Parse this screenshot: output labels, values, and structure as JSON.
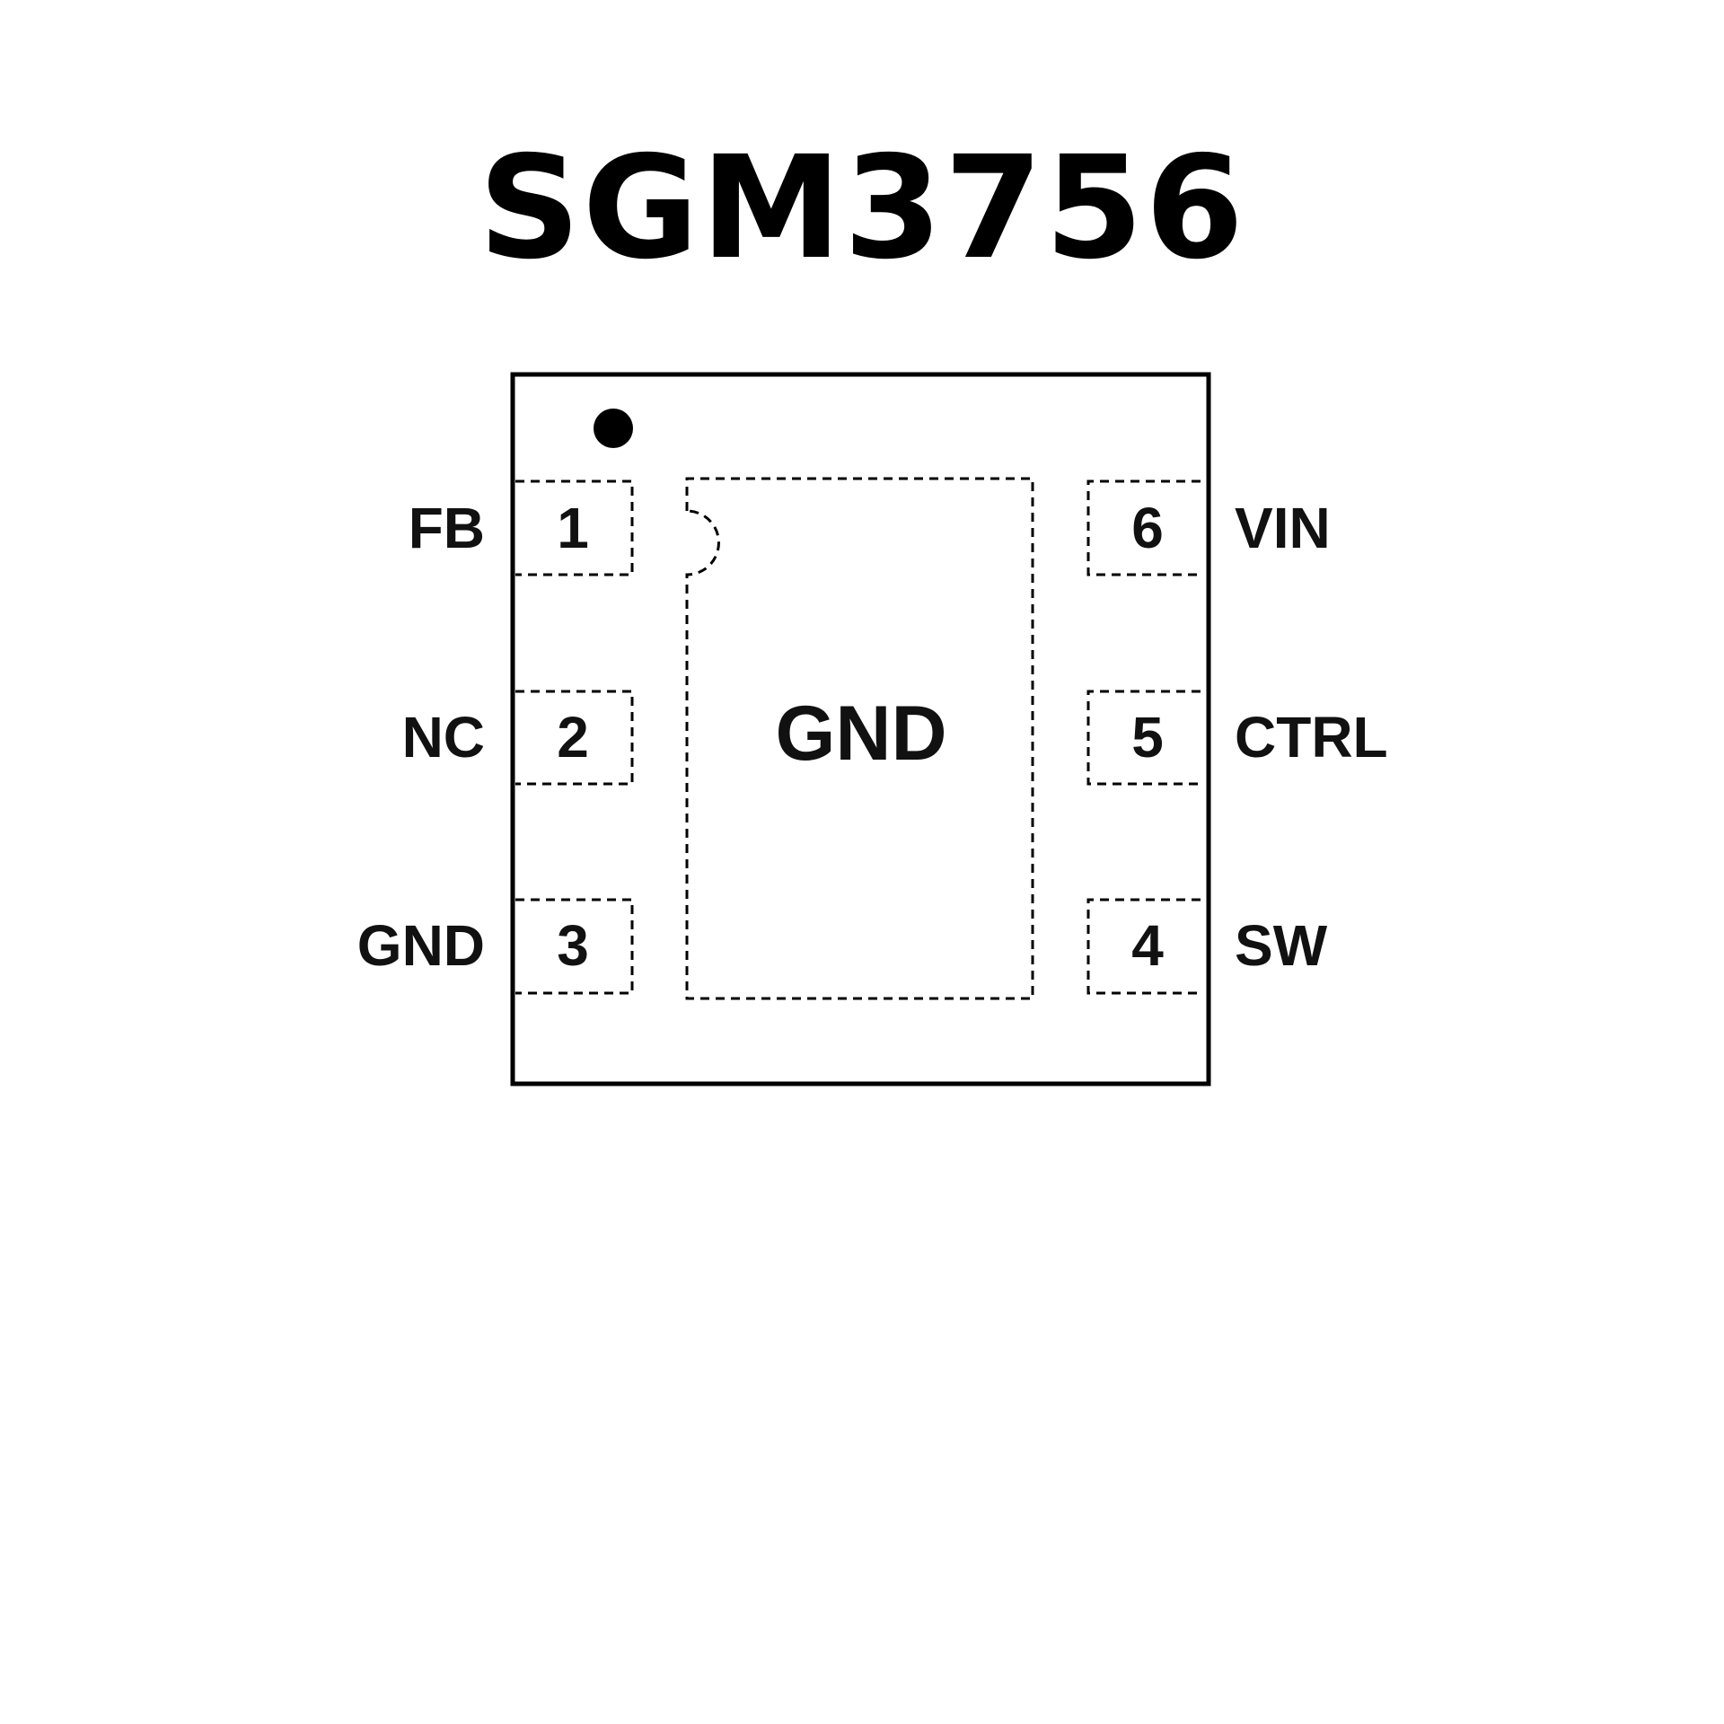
{
  "title": "SGM3756",
  "center_pad": {
    "label": "GND"
  },
  "pins": [
    {
      "number": "1",
      "name": "FB",
      "side": "left"
    },
    {
      "number": "2",
      "name": "NC",
      "side": "left"
    },
    {
      "number": "3",
      "name": "GND",
      "side": "left"
    },
    {
      "number": "4",
      "name": "SW",
      "side": "right"
    },
    {
      "number": "5",
      "name": "CTRL",
      "side": "right"
    },
    {
      "number": "6",
      "name": "VIN",
      "side": "right"
    }
  ]
}
